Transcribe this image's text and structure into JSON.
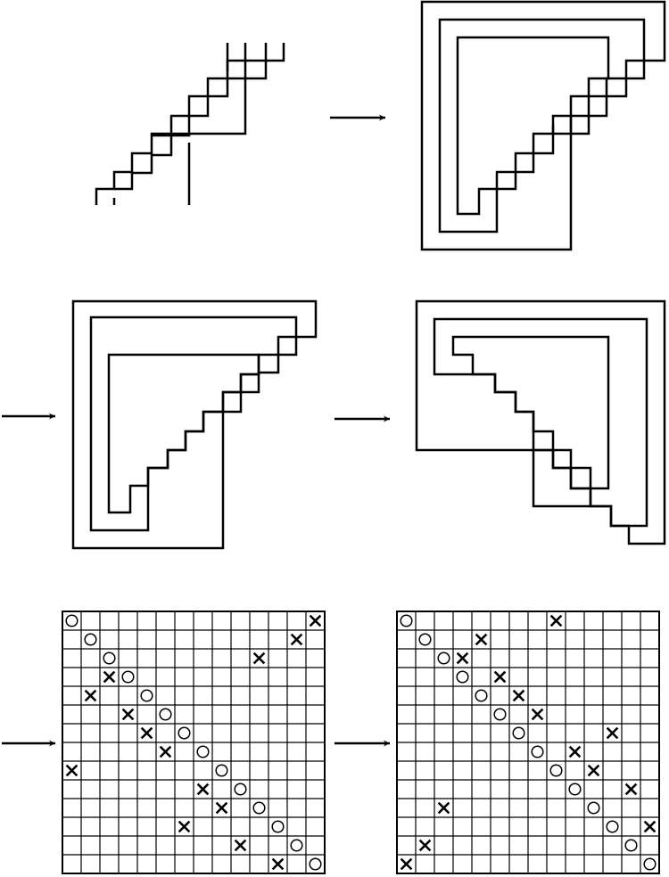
{
  "figure": {
    "panels": [
      {
        "id": "p1",
        "kind": "knot-diagram"
      },
      {
        "id": "p2",
        "kind": "knot-diagram"
      },
      {
        "id": "p3",
        "kind": "knot-diagram"
      },
      {
        "id": "p4",
        "kind": "knot-diagram"
      },
      {
        "id": "p5",
        "kind": "grid-diagram"
      },
      {
        "id": "p6",
        "kind": "grid-diagram"
      }
    ],
    "arrows": [
      "p1-to-p2",
      "p2-to-p3",
      "p3-to-p4",
      "p4-to-p5",
      "p5-to-p6"
    ],
    "grids": [
      {
        "size": 14,
        "O": [
          [
            0,
            0
          ],
          [
            1,
            1
          ],
          [
            2,
            2
          ],
          [
            3,
            3
          ],
          [
            4,
            4
          ],
          [
            5,
            5
          ],
          [
            6,
            6
          ],
          [
            7,
            7
          ],
          [
            8,
            8
          ],
          [
            9,
            9
          ],
          [
            10,
            10
          ],
          [
            11,
            11
          ],
          [
            12,
            12
          ],
          [
            13,
            13
          ]
        ],
        "X": [
          [
            0,
            13
          ],
          [
            1,
            12
          ],
          [
            2,
            10
          ],
          [
            3,
            2
          ],
          [
            4,
            1
          ],
          [
            5,
            3
          ],
          [
            6,
            4
          ],
          [
            7,
            5
          ],
          [
            8,
            0
          ],
          [
            9,
            7
          ],
          [
            10,
            8
          ],
          [
            11,
            6
          ],
          [
            12,
            9
          ],
          [
            13,
            11
          ]
        ]
      },
      {
        "size": 14,
        "O": [
          [
            0,
            0
          ],
          [
            1,
            1
          ],
          [
            2,
            2
          ],
          [
            3,
            3
          ],
          [
            4,
            4
          ],
          [
            5,
            5
          ],
          [
            6,
            6
          ],
          [
            7,
            7
          ],
          [
            8,
            8
          ],
          [
            9,
            9
          ],
          [
            10,
            10
          ],
          [
            11,
            11
          ],
          [
            12,
            12
          ],
          [
            13,
            13
          ]
        ],
        "X": [
          [
            0,
            8
          ],
          [
            1,
            4
          ],
          [
            2,
            3
          ],
          [
            3,
            5
          ],
          [
            4,
            6
          ],
          [
            5,
            7
          ],
          [
            6,
            11
          ],
          [
            7,
            9
          ],
          [
            8,
            10
          ],
          [
            9,
            12
          ],
          [
            10,
            2
          ],
          [
            11,
            13
          ],
          [
            12,
            1
          ],
          [
            13,
            0
          ]
        ]
      }
    ]
  }
}
